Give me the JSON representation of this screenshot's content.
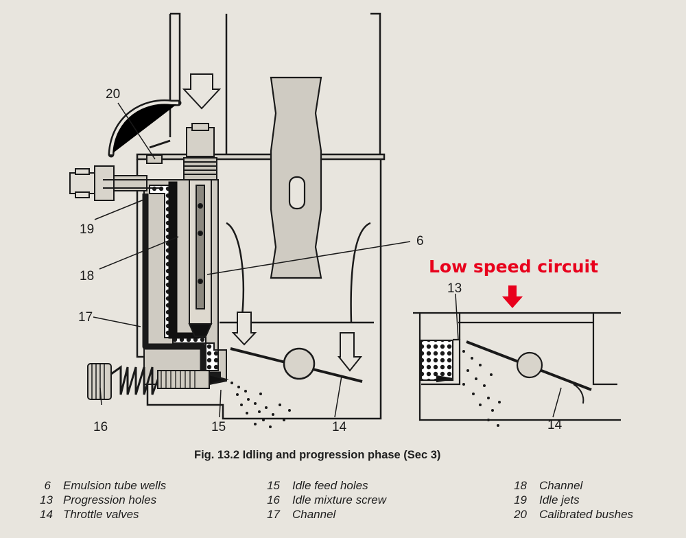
{
  "figure": {
    "caption": "Fig. 13.2 Idling and progression phase (Sec 3)",
    "callout": "Low speed circuit",
    "callout_color": "#e8001c",
    "main_labels": {
      "l20": "20",
      "l19": "19",
      "l18": "18",
      "l17": "17",
      "l16": "16",
      "l15": "15",
      "l14": "14",
      "l6": "6"
    },
    "inset_labels": {
      "l13": "13",
      "l14": "14"
    }
  },
  "legend": {
    "col1": [
      {
        "num": "6",
        "text": "Emulsion tube wells"
      },
      {
        "num": "13",
        "text": "Progression holes"
      },
      {
        "num": "14",
        "text": "Throttle valves"
      }
    ],
    "col2": [
      {
        "num": "15",
        "text": "Idle feed holes"
      },
      {
        "num": "16",
        "text": "Idle mixture screw"
      },
      {
        "num": "17",
        "text": "Channel"
      }
    ],
    "col3": [
      {
        "num": "18",
        "text": "Channel"
      },
      {
        "num": "19",
        "text": "Idle jets"
      },
      {
        "num": "20",
        "text": "Calibrated bushes"
      }
    ]
  }
}
